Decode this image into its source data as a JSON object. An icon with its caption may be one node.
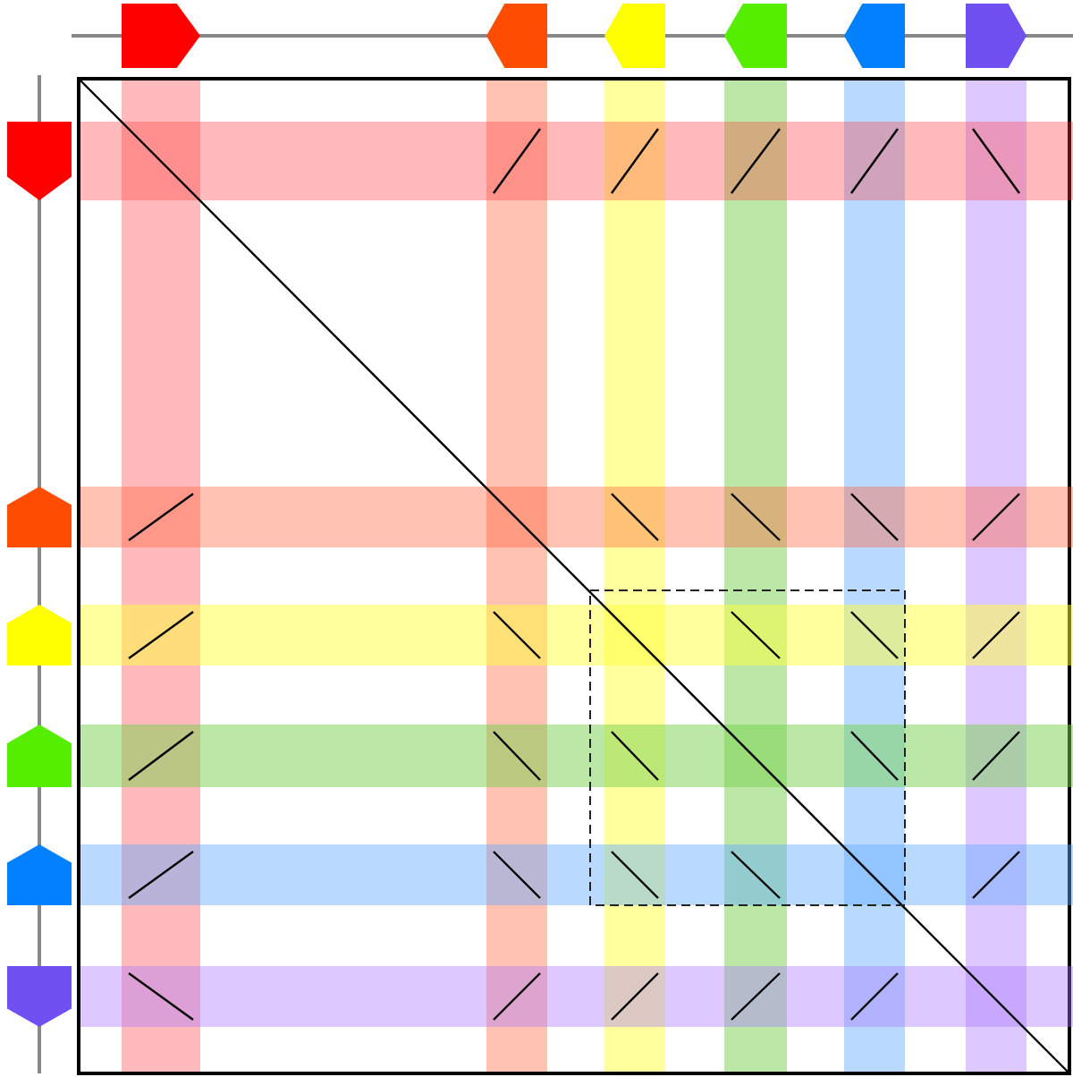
{
  "diagram": {
    "nodes": [
      {
        "text": [],
        "shape": "pentagon"
      },
      {
        "text": [],
        "shape": "pentagon"
      },
      {
        "text": [],
        "shape": "pentagon"
      },
      {
        "text": [],
        "shape": "pentagon"
      },
      {
        "text": [],
        "shape": "pentagon"
      },
      {
        "text": [],
        "shape": "pentagon"
      },
      {
        "text": [],
        "shape": "pentagon"
      },
      {
        "text": [],
        "shape": "pentagon"
      },
      {
        "text": [],
        "shape": "pentagon"
      },
      {
        "text": [],
        "shape": "pentagon"
      },
      {
        "text": [],
        "shape": "pentagon"
      },
      {
        "text": [],
        "shape": "pentagon"
      }
    ]
  }
}
